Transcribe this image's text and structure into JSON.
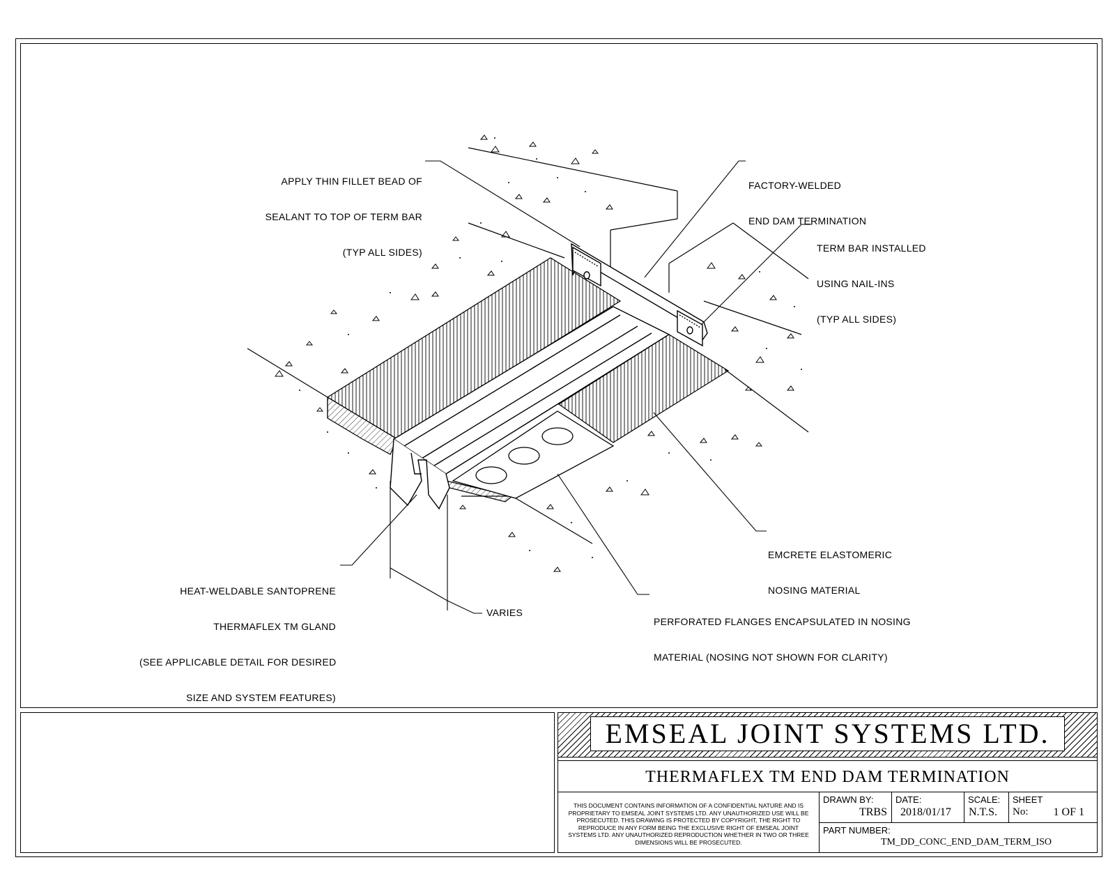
{
  "callouts": {
    "sealant": [
      "APPLY THIN FILLET BEAD OF",
      "SEALANT TO TOP OF TERM BAR",
      "(TYP ALL SIDES)"
    ],
    "end_dam": [
      "FACTORY-WELDED",
      "END DAM TERMINATION"
    ],
    "term_bar": [
      "TERM BAR INSTALLED",
      "USING NAIL-INS",
      "(TYP ALL SIDES)"
    ],
    "nosing": [
      "EMCRETE ELASTOMERIC",
      "NOSING MATERIAL"
    ],
    "gland": [
      "HEAT-WELDABLE SANTOPRENE",
      "THERMAFLEX TM GLAND",
      "(SEE APPLICABLE DETAIL FOR DESIRED",
      "SIZE AND SYSTEM FEATURES)"
    ],
    "varies": "VARIES",
    "flanges": [
      "PERFORATED FLANGES ENCAPSULATED IN NOSING",
      "MATERIAL (NOSING NOT SHOWN FOR CLARITY)"
    ]
  },
  "title_block": {
    "company": "EMSEAL JOINT SYSTEMS LTD.",
    "drawing_title": "THERMAFLEX TM END DAM TERMINATION",
    "disclaimer": "THIS DOCUMENT CONTAINS INFORMATION OF A CONFIDENTIAL NATURE AND IS PROPRIETARY TO EMSEAL JOINT SYSTEMS LTD. ANY UNAUTHORIZED USE WILL BE PROSECUTED. THIS DRAWING IS PROTECTED BY COPYRIGHT, THE RIGHT TO REPRODUCE IN ANY FORM BEING THE EXCLUSIVE RIGHT OF EMSEAL JOINT SYSTEMS LTD. ANY UNAUTHORIZED REPRODUCTION WHETHER IN TWO OR THREE DIMENSIONS WILL BE PROSECUTED.",
    "drawn_by_label": "DRAWN BY:",
    "drawn_by": "TRBS",
    "date_label": "DATE:",
    "date": "2018/01/17",
    "scale_label": "SCALE:",
    "scale": "N.T.S.",
    "sheet_label": "SHEET",
    "sheet_no_label": "No:",
    "sheet_no": "1 OF 1",
    "part_number_label": "PART NUMBER:",
    "part_number": "TM_DD_CONC_END_DAM_TERM_ISO"
  }
}
